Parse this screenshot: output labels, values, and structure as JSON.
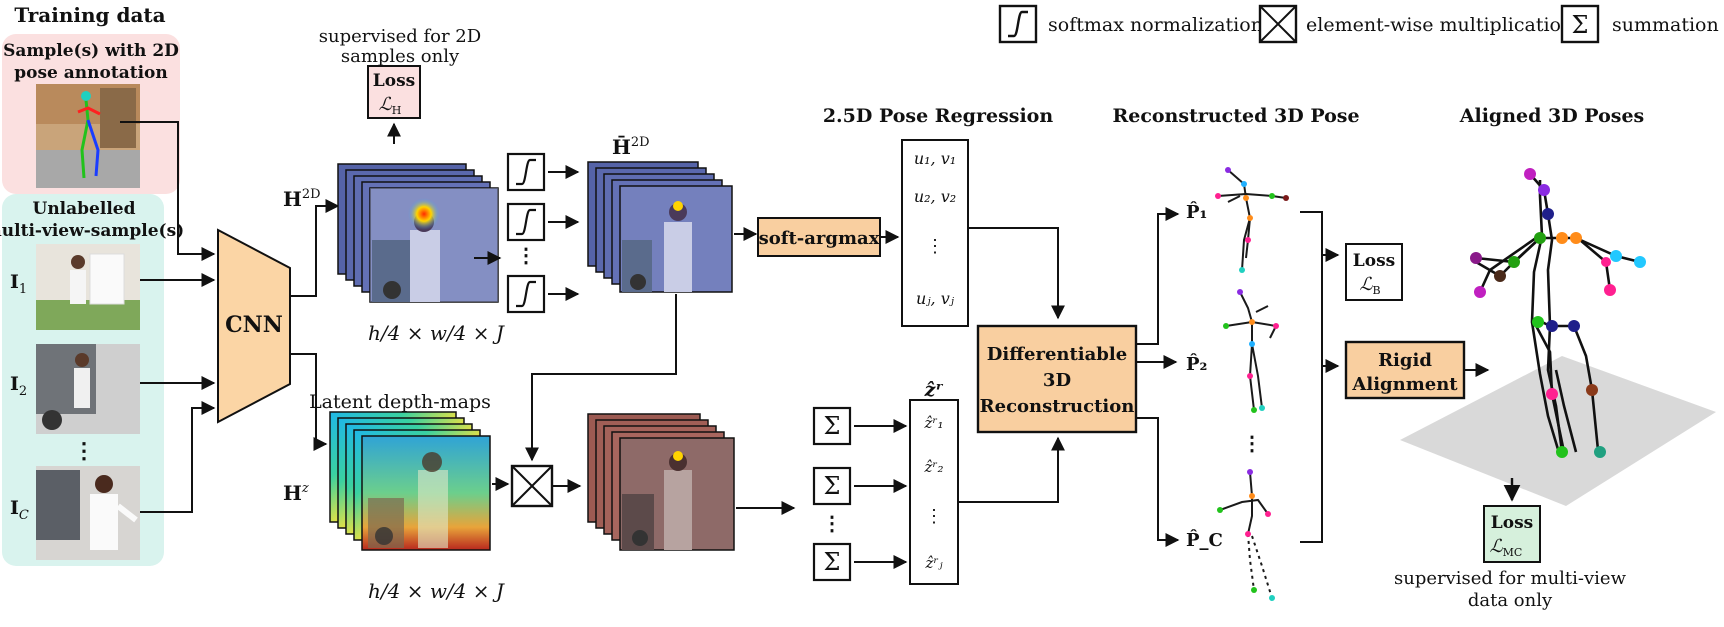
{
  "legend": {
    "softmax": "softmax normalization",
    "multiply": "element-wise multiplication",
    "sum": "summation"
  },
  "training": {
    "title": "Training data",
    "labelled_line1": "Sample(s) with 2D",
    "labelled_line2": "pose annotation",
    "unlabelled_line1": "Unlabelled",
    "unlabelled_line2": "multi-view-sample(s)",
    "view1": "I",
    "view1_sub": "1",
    "view2": "I",
    "view2_sub": "2",
    "viewC": "I",
    "viewC_sub": "C"
  },
  "cnn": {
    "label": "CNN"
  },
  "heatmaps_2d": {
    "label": "H",
    "sup": "2D",
    "supervised_line1": "supervised for 2D",
    "supervised_line2": "samples only",
    "loss_title": "Loss",
    "loss_symbol": "ℒ",
    "loss_sub": "H",
    "dims": "h/4 × w/4 × J"
  },
  "latent": {
    "title": "Latent depth-maps",
    "label": "H",
    "sup": "z",
    "dims": "h/4 × w/4 × J"
  },
  "normalized": {
    "label": "H̄",
    "sup": "2D"
  },
  "softargmax": {
    "label": "soft-argmax"
  },
  "pose25d": {
    "title": "2.5D Pose Regression",
    "row1": "u₁, v₁",
    "row2": "u₂, v₂",
    "row3": "⋮",
    "row4": "uⱼ, vⱼ"
  },
  "depth": {
    "label": "ẑʳ",
    "row1": "ẑʳ₁",
    "row2": "ẑʳ₂",
    "row3": "⋮",
    "row4": "ẑʳⱼ"
  },
  "reconstruction": {
    "line1": "Differentiable",
    "line2": "3D",
    "line3": "Reconstruction",
    "title": "Reconstructed 3D Pose",
    "p1": "P̂₁",
    "p2": "P̂₂",
    "pc": "P̂_C"
  },
  "loss_b": {
    "title": "Loss",
    "symbol": "ℒ",
    "sub": "B"
  },
  "alignment": {
    "line1": "Rigid",
    "line2": "Alignment",
    "title": "Aligned 3D Poses"
  },
  "loss_mc": {
    "title": "Loss",
    "symbol": "ℒ",
    "sub": "MC",
    "note_line1": "supervised for multi-view",
    "note_line2": "data only"
  },
  "colors": {
    "cnn_fill": "#fbd5a5",
    "box_fill": "#f9cfa0",
    "labelled_bg": "#fbe0e0",
    "unlabelled_bg": "#d9f3ee",
    "loss_h_bg": "#fbe0e0",
    "loss_mc_bg": "#d6f0dc",
    "heatmap_blue": "#5563a8",
    "latent_red": "#9c5a52",
    "floor": "#d9d9d9"
  }
}
